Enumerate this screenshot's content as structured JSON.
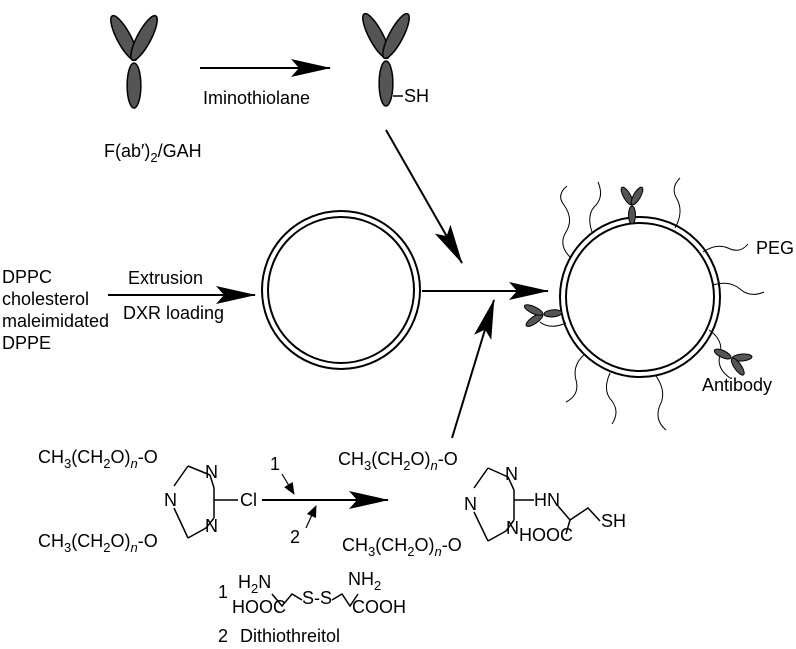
{
  "colors": {
    "antibody_fill": "#555555",
    "stroke": "#000000",
    "background": "#ffffff"
  },
  "antibodies": {
    "start_label": "F(ab′)",
    "start_label_sub": "2",
    "start_label_tail": "/GAH",
    "reagent_label": "Iminothiolane",
    "thiol_label": "SH"
  },
  "liposome": {
    "lipids": [
      "DPPC",
      "cholesterol",
      "maleimidated",
      "DPPE"
    ],
    "step_top": "Extrusion",
    "step_bottom": "DXR loading"
  },
  "final": {
    "peg_label": "PEG",
    "antibody_label": "Antibody"
  },
  "chemistry": {
    "peg_prefix": "CH",
    "peg_sub3": "3",
    "peg_mid": "(CH",
    "peg_sub2": "2",
    "peg_mid2": "O)",
    "peg_n": "n",
    "peg_suffix": "-O",
    "ring_atom": "N",
    "chloro": "Cl",
    "reagent_1": "1",
    "reagent_2": "2",
    "amine": "HN",
    "acid": "HOOC",
    "thiol": "SH"
  },
  "legend": {
    "item1_number": "1",
    "item1_nh2_a": "H",
    "item1_nh2_a_sub": "2",
    "item1_nh2_a_tail": "N",
    "item1_nh2_b": "NH",
    "item1_nh2_b_sub": "2",
    "item1_acid_left": "HOOC",
    "item1_acid_right": "COOH",
    "item1_disulfide": "S-S",
    "item2_number": "2",
    "item2_name": "Dithiothreitol"
  }
}
